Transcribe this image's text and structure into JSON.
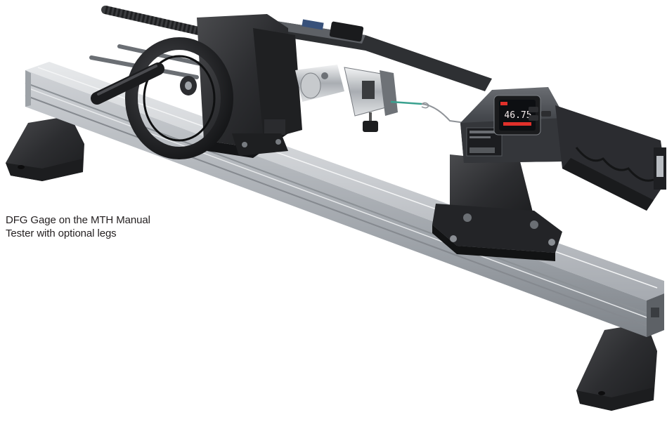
{
  "caption": {
    "line1": "DFG Gage on the MTH Manual",
    "line2": "Tester with optional legs"
  },
  "gauge": {
    "display_reading": "46.75"
  },
  "colors": {
    "rail_light": "#d9dcdf",
    "rail_mid": "#b9bdc2",
    "rail_dark": "#8b9096",
    "plastic_black": "#2b2b2d",
    "gauge_body": "#3d3f43",
    "display_red": "#e0302a"
  }
}
